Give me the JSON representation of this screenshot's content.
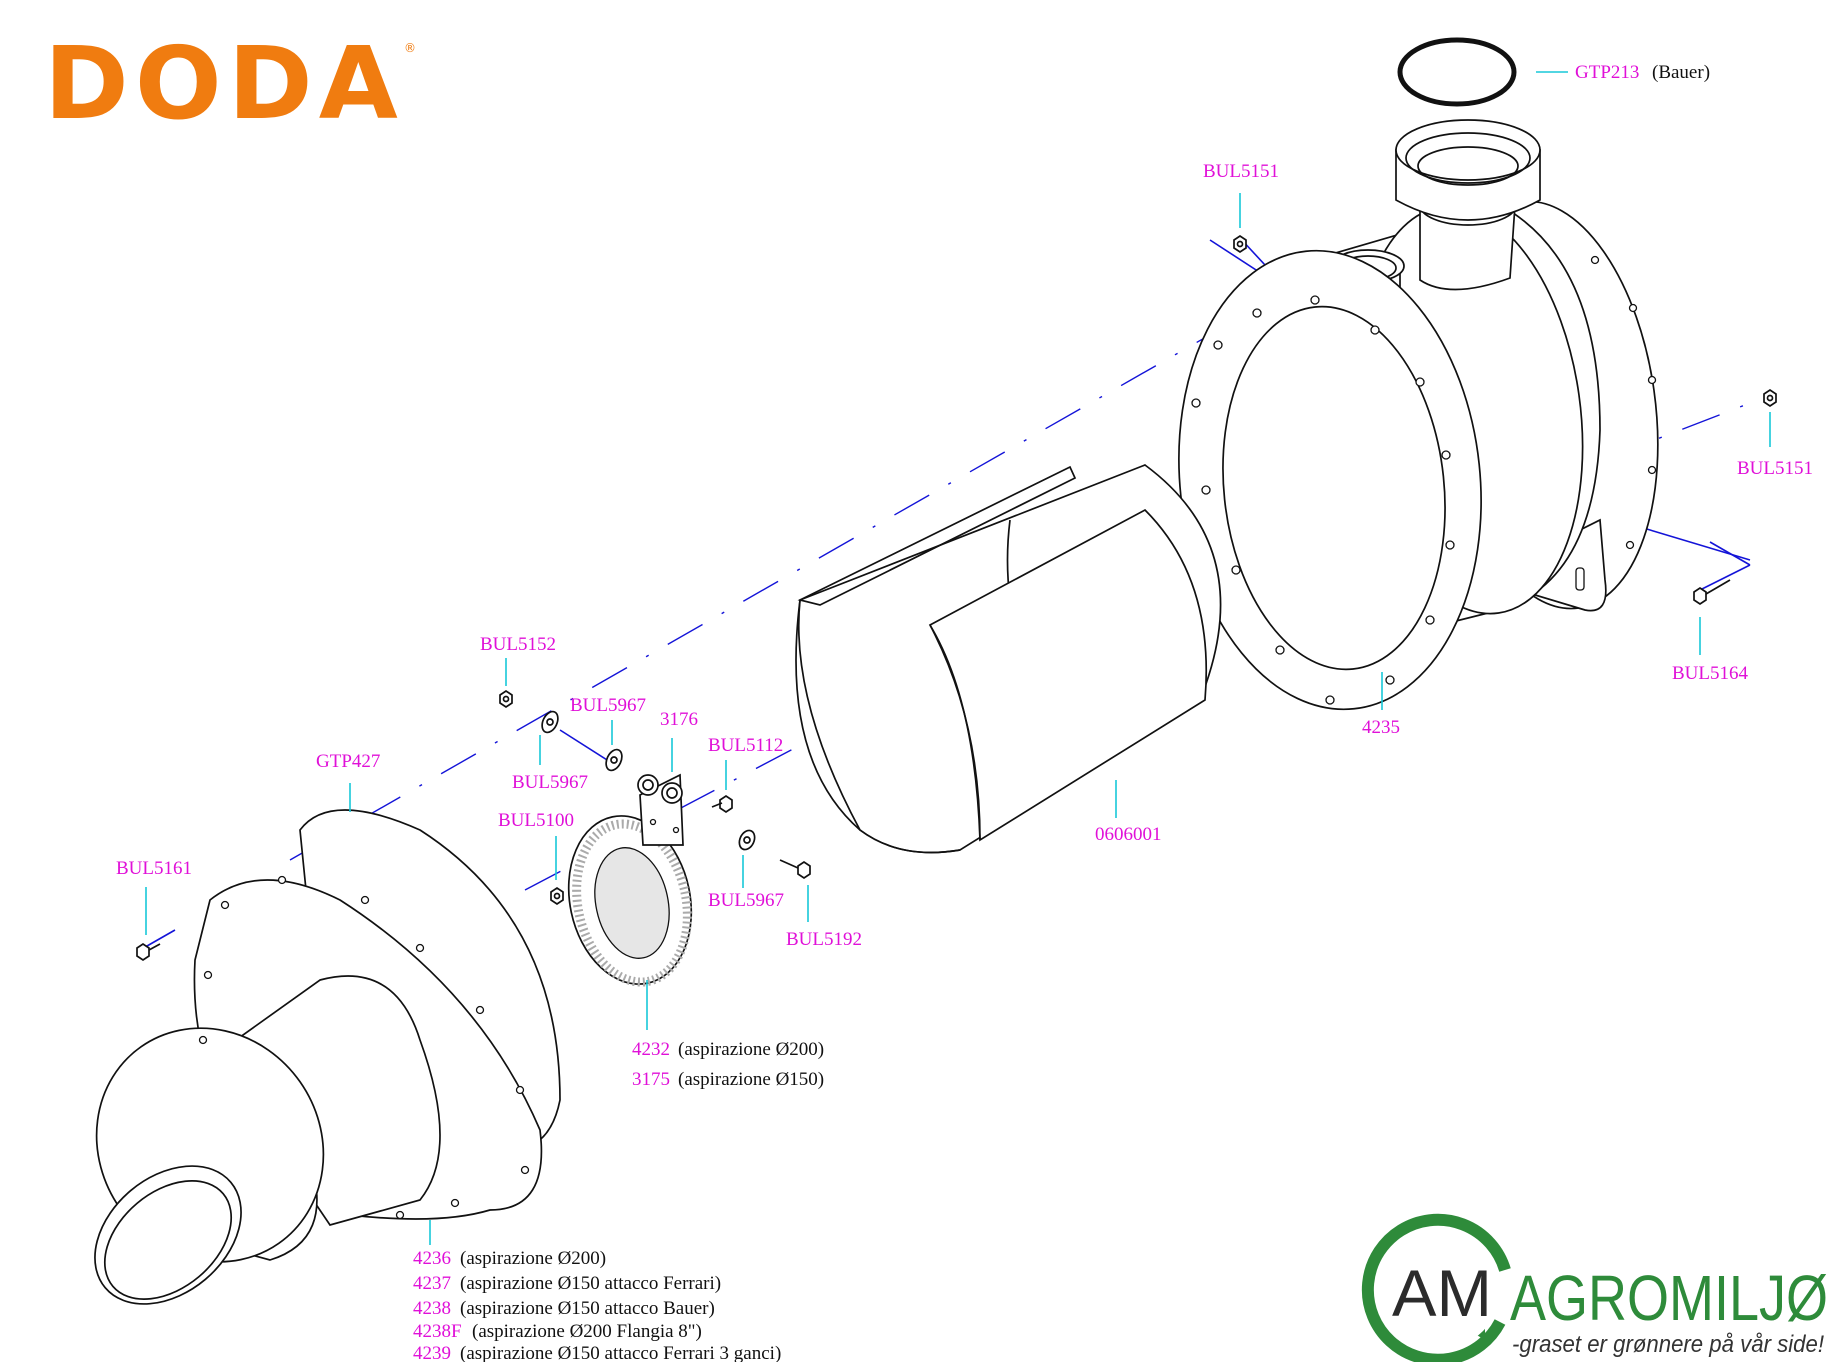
{
  "brand": {
    "logo_text": "DODA",
    "registered_mark": "®",
    "colors": {
      "logo": "#f07c10",
      "label": "#e010d8",
      "leader": "#18c8d8",
      "axis": "#1414d8",
      "am_green": "#2e8b3a"
    }
  },
  "dealer": {
    "monogram": "AM",
    "name": "AGROMILJØ",
    "slogan": "-graset er grønnere på vår side!"
  },
  "labels": {
    "gtp213": {
      "code": "GTP213",
      "desc": "(Bauer)"
    },
    "bul5151_top": {
      "code": "BUL5151"
    },
    "bul5151_right": {
      "code": "BUL5151"
    },
    "bul5164": {
      "code": "BUL5164"
    },
    "p4235": {
      "code": "4235"
    },
    "p0606001": {
      "code": "0606001"
    },
    "bul5152": {
      "code": "BUL5152"
    },
    "bul5967_a": {
      "code": "BUL5967"
    },
    "bul5967_b": {
      "code": "BUL5967"
    },
    "bul5967_c": {
      "code": "BUL5967"
    },
    "p3176": {
      "code": "3176"
    },
    "bul5112": {
      "code": "BUL5112"
    },
    "bul5100": {
      "code": "BUL5100"
    },
    "bul5192": {
      "code": "BUL5192"
    },
    "gtp427": {
      "code": "GTP427"
    },
    "bul5161": {
      "code": "BUL5161"
    }
  },
  "variants_filter": [
    {
      "code": "4232",
      "desc": "(aspirazione Ø200)"
    },
    {
      "code": "3175",
      "desc": "(aspirazione Ø150)"
    }
  ],
  "variants_inlet": [
    {
      "code": "4236",
      "desc": "(aspirazione Ø200)"
    },
    {
      "code": "4237",
      "desc": "(aspirazione Ø150 attacco Ferrari)"
    },
    {
      "code": "4238",
      "desc": "(aspirazione Ø150 attacco Bauer)"
    },
    {
      "code": "4238F",
      "desc": "(aspirazione Ø200 Flangia 8\")"
    },
    {
      "code": "4239",
      "desc": "(aspirazione Ø150 attacco Ferrari 3 ganci)"
    }
  ]
}
